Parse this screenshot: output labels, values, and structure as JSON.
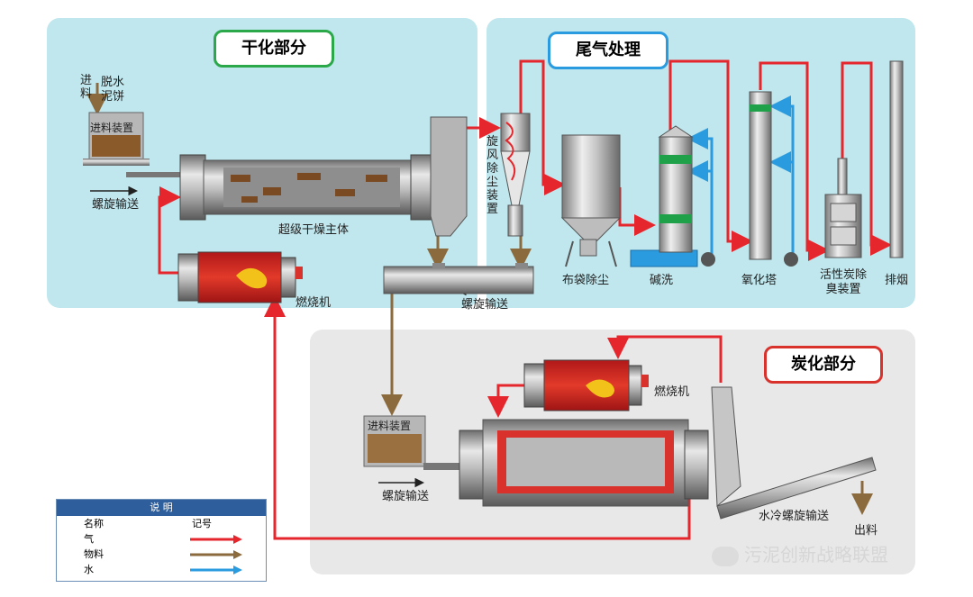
{
  "sections": {
    "drying": "干化部分",
    "exhaust": "尾气处理",
    "carbonization": "炭化部分"
  },
  "labels": {
    "feed_in": "进料",
    "dewatered_cake": "脱水泥饼",
    "feeder_top": "进料装置",
    "screw_conveyor_top": "螺旋输送",
    "super_dryer": "超级干燥主体",
    "burner_top": "燃烧机",
    "cyclone": "旋风除尘装置",
    "screw_conveyor_mid": "螺旋输送",
    "bag_filter": "布袋除尘",
    "alkali_wash": "碱洗",
    "oxidation_tower": "氧化塔",
    "activated_carbon": "活性炭除臭装置",
    "stack": "排烟",
    "burner_bottom": "燃烧机",
    "feeder_bottom": "进料装置",
    "screw_conveyor_bottom": "螺旋输送",
    "water_cooled_screw": "水冷螺旋输送",
    "discharge": "出料"
  },
  "legend": {
    "title": "说 明",
    "col_name": "名称",
    "col_symbol": "记号",
    "rows": [
      {
        "name": "气",
        "color": "#e5262c"
      },
      {
        "name": "物料",
        "color": "#8b6a3e"
      },
      {
        "name": "水",
        "color": "#2b9be0"
      }
    ]
  },
  "watermark": "污泥创新战略联盟",
  "colors": {
    "gas": "#e5262c",
    "material": "#8b6a3e",
    "water": "#2b9be0",
    "panel_top": "#bfe7ed",
    "panel_bottom": "#e8e8e8",
    "drying_border": "#2aa84a",
    "exhaust_border": "#2b9be0",
    "carbon_border": "#d9312b"
  }
}
